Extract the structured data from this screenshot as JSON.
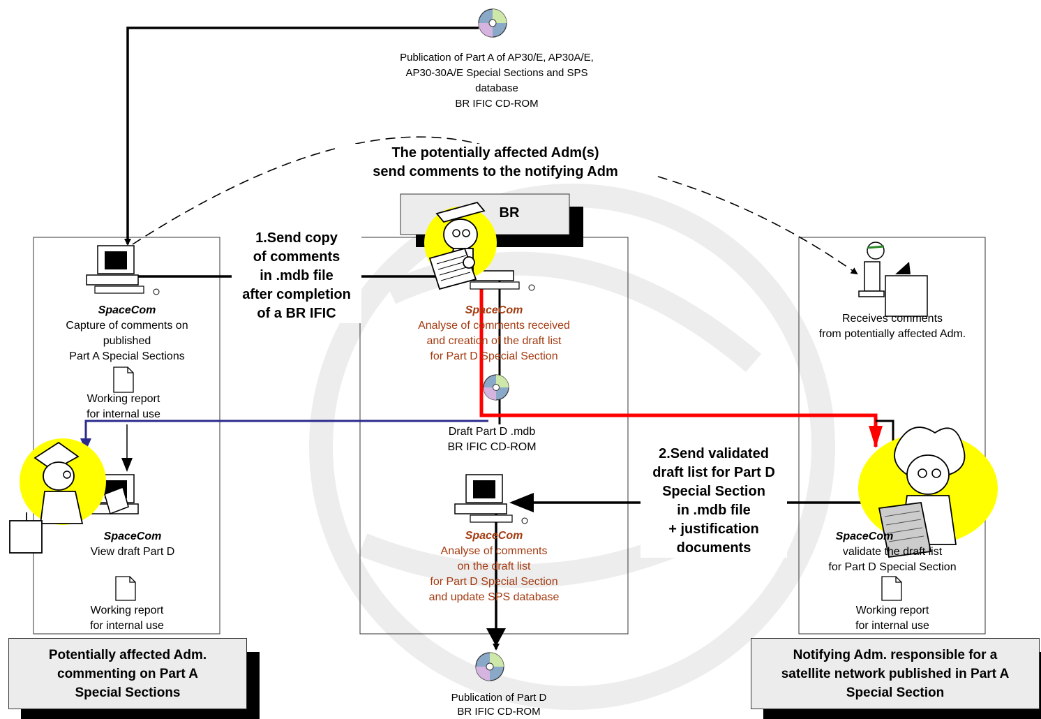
{
  "top_cd": {
    "lines": [
      "Publication of Part A of AP30/E, AP30A/E,",
      "AP30-30A/E Special Sections and SPS",
      "database",
      "BR IFIC CD-ROM"
    ]
  },
  "comments_note": {
    "lines": [
      "The potentially affected Adm(s)",
      "send comments to the notifying Adm"
    ]
  },
  "br_box": {
    "label": "BR"
  },
  "left_panel": {
    "top_app": "SpaceCom",
    "top_lines": [
      "Capture of comments on",
      "published",
      "Part A Special Sections"
    ],
    "report1_lines": [
      "Working report",
      "for internal use"
    ],
    "bottom_app": "SpaceCom",
    "bottom_line": "View draft Part D",
    "report2_lines": [
      "Working report",
      "for internal use"
    ],
    "caption_lines": [
      "Potentially affected Adm.",
      "commenting on Part A",
      "Special Sections"
    ]
  },
  "step1": {
    "lines": [
      "1.Send copy",
      "of comments",
      "in .mdb file",
      "after completion",
      "of a BR IFIC"
    ]
  },
  "center_panel": {
    "top_app": "SpaceCom",
    "top_lines": [
      "Analyse of comments received",
      "and creation of the draft list",
      "for Part D Special Section"
    ],
    "draft_lines": [
      "Draft Part D .mdb",
      "BR IFIC CD-ROM"
    ],
    "bottom_app": "SpaceCom",
    "bottom_lines": [
      "Analyse of comments",
      "on the draft list",
      "for Part D Special Section",
      "and update SPS database"
    ]
  },
  "step2": {
    "lines": [
      "2.Send validated",
      "draft list for Part D",
      "Special Section",
      "in .mdb file",
      "+ justification",
      "documents"
    ]
  },
  "right_panel": {
    "top_lines": [
      "Receives comments",
      "from potentially affected Adm."
    ],
    "bottom_app": "SpaceCom",
    "bottom_lines": [
      "validate the draft list",
      "for Part D Special Section"
    ],
    "report_lines": [
      "Working report",
      "for internal use"
    ],
    "caption_lines": [
      "Notifying Adm. responsible for a",
      "satellite network published in Part A",
      "Special Section"
    ]
  },
  "bottom_cd": {
    "lines": [
      "Publication of  Part D",
      "BR IFIC CD-ROM"
    ]
  },
  "colors": {
    "red_flow": "#ff0000",
    "blue_flow": "#2b2b8c",
    "spacecom_brown": "#a33a0f",
    "highlight_yellow": "#ffff00",
    "caption_fill": "#ececec"
  }
}
